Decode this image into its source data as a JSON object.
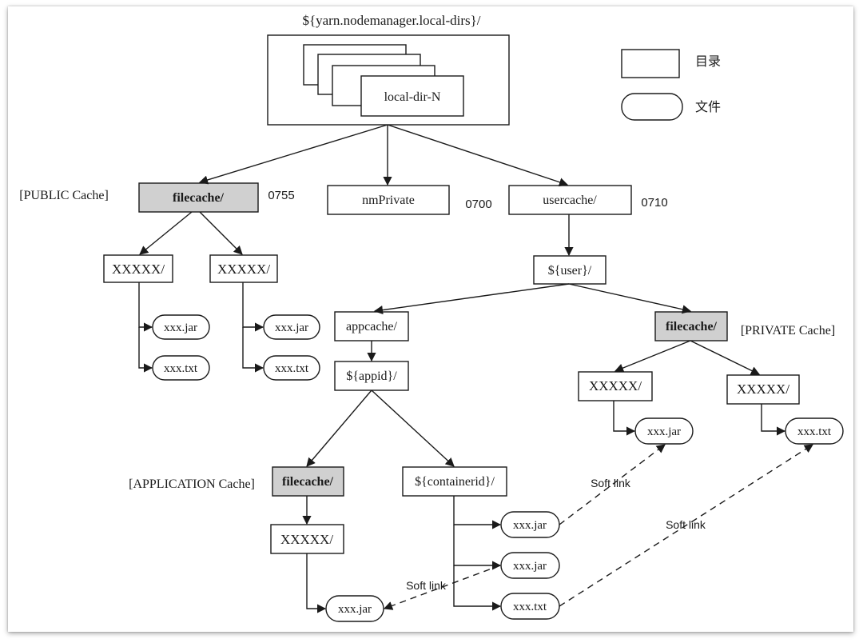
{
  "root_label": "${yarn.nodemanager.local-dirs}/",
  "local_dir_label": "local-dir-N",
  "legend": {
    "directory_label": "目录",
    "file_label": "文件"
  },
  "public": {
    "cache_label": "[PUBLIC Cache]",
    "dir": "filecache/",
    "perm": "0755",
    "subdirs": [
      {
        "name": "XXXXX/",
        "files": [
          "xxx.jar",
          "xxx.txt"
        ]
      },
      {
        "name": "XXXXX/",
        "files": [
          "xxx.jar",
          "xxx.txt"
        ]
      }
    ]
  },
  "nm_private": {
    "dir": "nmPrivate",
    "perm": "0700"
  },
  "usercache": {
    "dir": "usercache/",
    "perm": "0710",
    "user_dir": "${user}/"
  },
  "appcache": {
    "dir": "appcache/",
    "appid_dir": "${appid}/",
    "app_cache_label": "[APPLICATION Cache]",
    "filecache_dir": "filecache/",
    "sub_dir": "XXXXX/",
    "file": "xxx.jar",
    "container_dir": "${containerid}/",
    "container_files": [
      "xxx.jar",
      "xxx.jar",
      "xxx.txt"
    ]
  },
  "private": {
    "cache_label": "[PRIVATE Cache]",
    "dir": "filecache/",
    "subdirs": [
      {
        "name": "XXXXX/",
        "file": "xxx.jar"
      },
      {
        "name": "XXXXX/",
        "file": "xxx.txt"
      }
    ]
  },
  "soft_link_labels": [
    "Soft link",
    "Soft link",
    "Soft link"
  ],
  "colors": {
    "shaded_box": "#d0d0d0",
    "stroke": "#1a1a1a"
  }
}
